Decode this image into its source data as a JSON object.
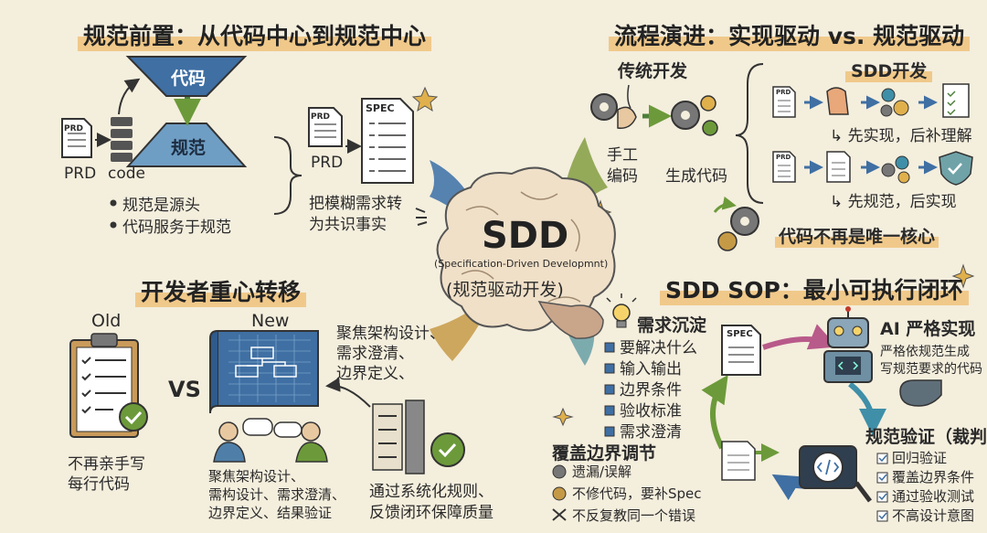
{
  "topleft": {
    "title": "规范前置：从代码中心到规范中心",
    "funnel_top": "代码",
    "funnel_bottom": "规范",
    "prd_label": "PRD",
    "code_label": "code",
    "prd2_label": "PRD",
    "spec_label": "SPEC",
    "bullets": [
      "规范是源头",
      "代码服务于规范"
    ],
    "note_line1": "把模糊需求转",
    "note_line2": "为共识事实"
  },
  "topright": {
    "title": "流程演进：实现驱动 vs. 规范驱动",
    "traditional": "传统开发",
    "manual_line1": "手工",
    "manual_line2": "编码",
    "gen_code": "生成代码",
    "sdd_dev": "SDD开发",
    "row1_note": "↳ 先实现，后补理解",
    "row2_note": "↳ 先规范，后实现",
    "core_note": "代码不再是唯一核心",
    "prd_label": "PRD"
  },
  "center": {
    "main": "SDD",
    "sub": "(Specification-Driven Developmnt)",
    "cn": "(规范驱动开发)"
  },
  "bottomleft": {
    "title": "开发者重心转移",
    "old": "Old",
    "new": "New",
    "vs": "VS",
    "old_caption1": "不再亲手写",
    "old_caption2": "每行代码",
    "focus_top": [
      "聚焦架构设计、",
      "需求澄清、",
      "边界定义、"
    ],
    "focus_bottom": [
      "聚焦架构设计、",
      "需构设计、需求澄清、",
      "边界定义、结果验证"
    ],
    "feedback": [
      "通过系统化规则、",
      "反馈闭环保障质量"
    ]
  },
  "bottomright": {
    "title": "SDD SOP：最小可执行闭环",
    "req_title": "需求沉淀",
    "req_items": [
      "要解决什么",
      "输入输出",
      "边界条件",
      "验收标准",
      "需求澄清"
    ],
    "ai_title": "AI 严格实现",
    "ai_desc": [
      "严格依规范生成",
      "写规范要求的代码"
    ],
    "verify_title": "规范验证（裁判）",
    "verify_items": [
      "回归验证",
      "覆盖边界条件",
      "通过验收测试",
      "不高设计意图"
    ],
    "coverage_title": "覆盖边界调节",
    "coverage_items": [
      "遗漏/误解",
      "不修代码，要补Spec",
      "不反复教同一个错误"
    ],
    "spec_label": "SPEC"
  },
  "colors": {
    "highlight": "#f0c98a",
    "blue": "#3f6fa3",
    "teal": "#2f7f86",
    "green": "#6c9a3a",
    "gold": "#c99a2e"
  }
}
